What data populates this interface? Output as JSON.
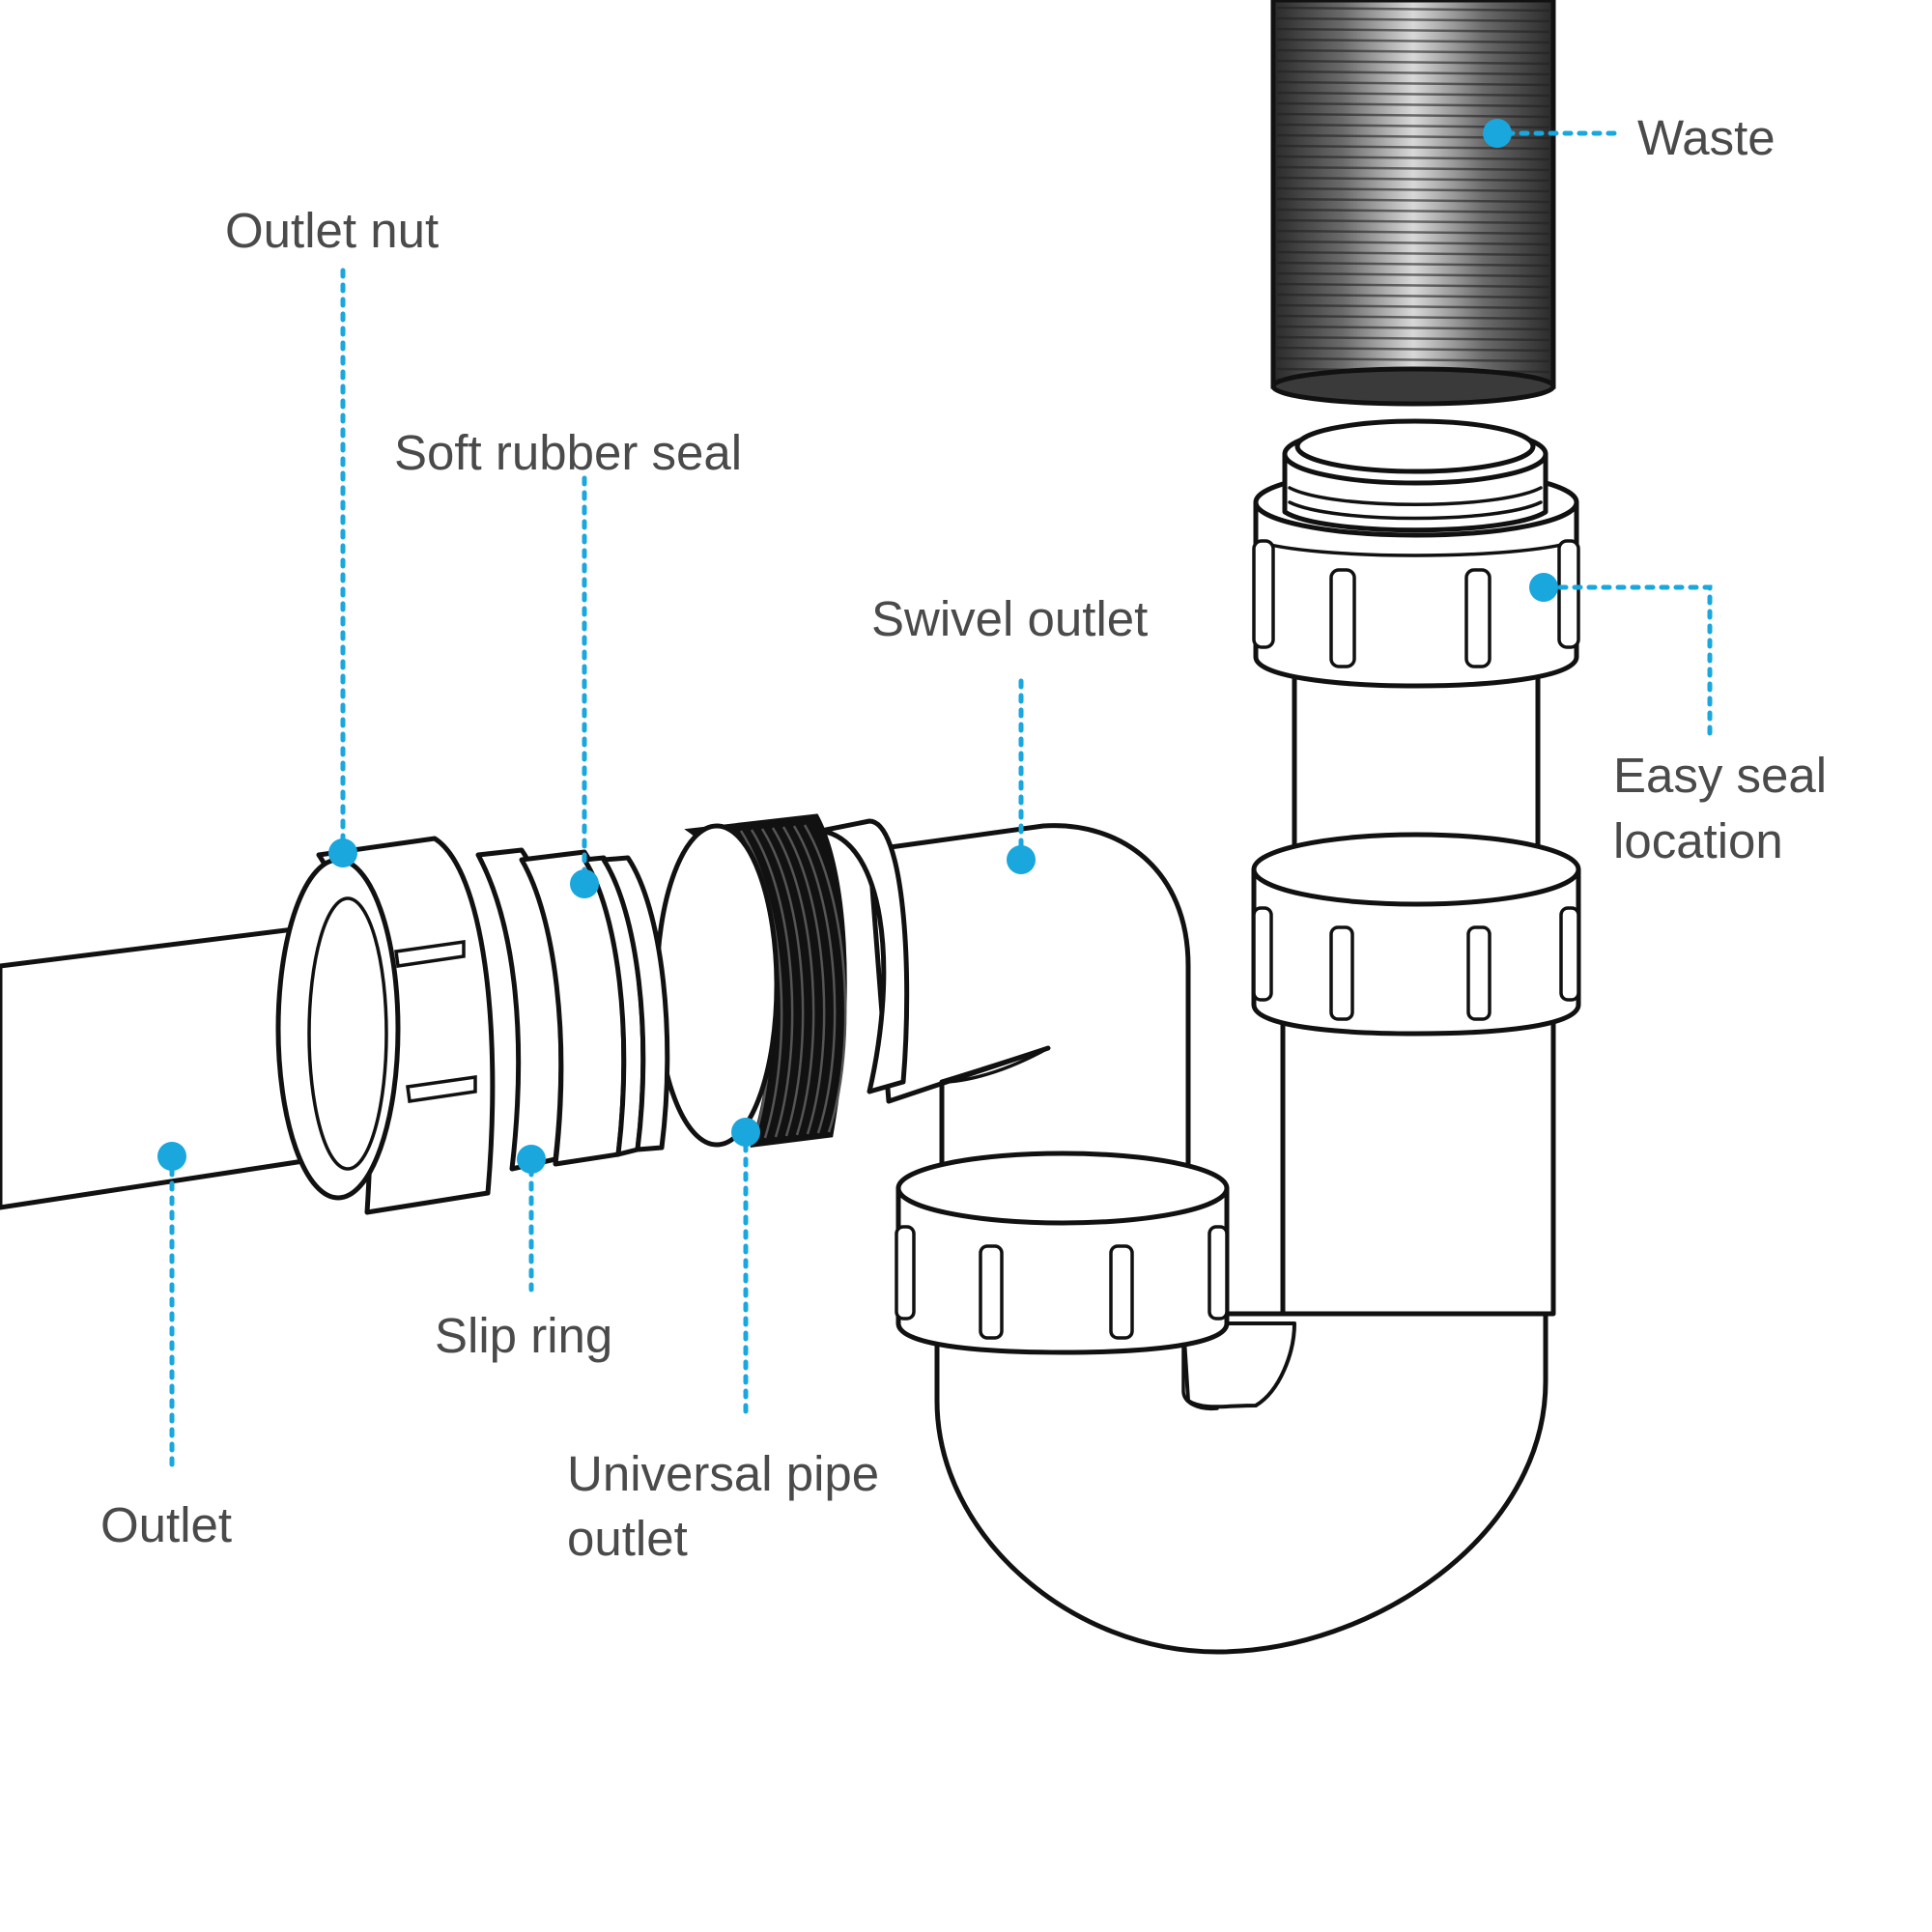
{
  "diagram": {
    "accent_color": "#1aa7dd",
    "line_color": "#111111",
    "text_color": "#4a4a4a",
    "labels": {
      "waste": "Waste",
      "outlet_nut": "Outlet nut",
      "soft_rubber_seal": "Soft rubber seal",
      "swivel_outlet": "Swivel outlet",
      "easy_seal_line1": "Easy seal",
      "easy_seal_line2": "location",
      "slip_ring": "Slip ring",
      "universal_pipe_outlet_line1": "Universal pipe",
      "universal_pipe_outlet_line2": "outlet",
      "outlet": "Outlet"
    }
  }
}
